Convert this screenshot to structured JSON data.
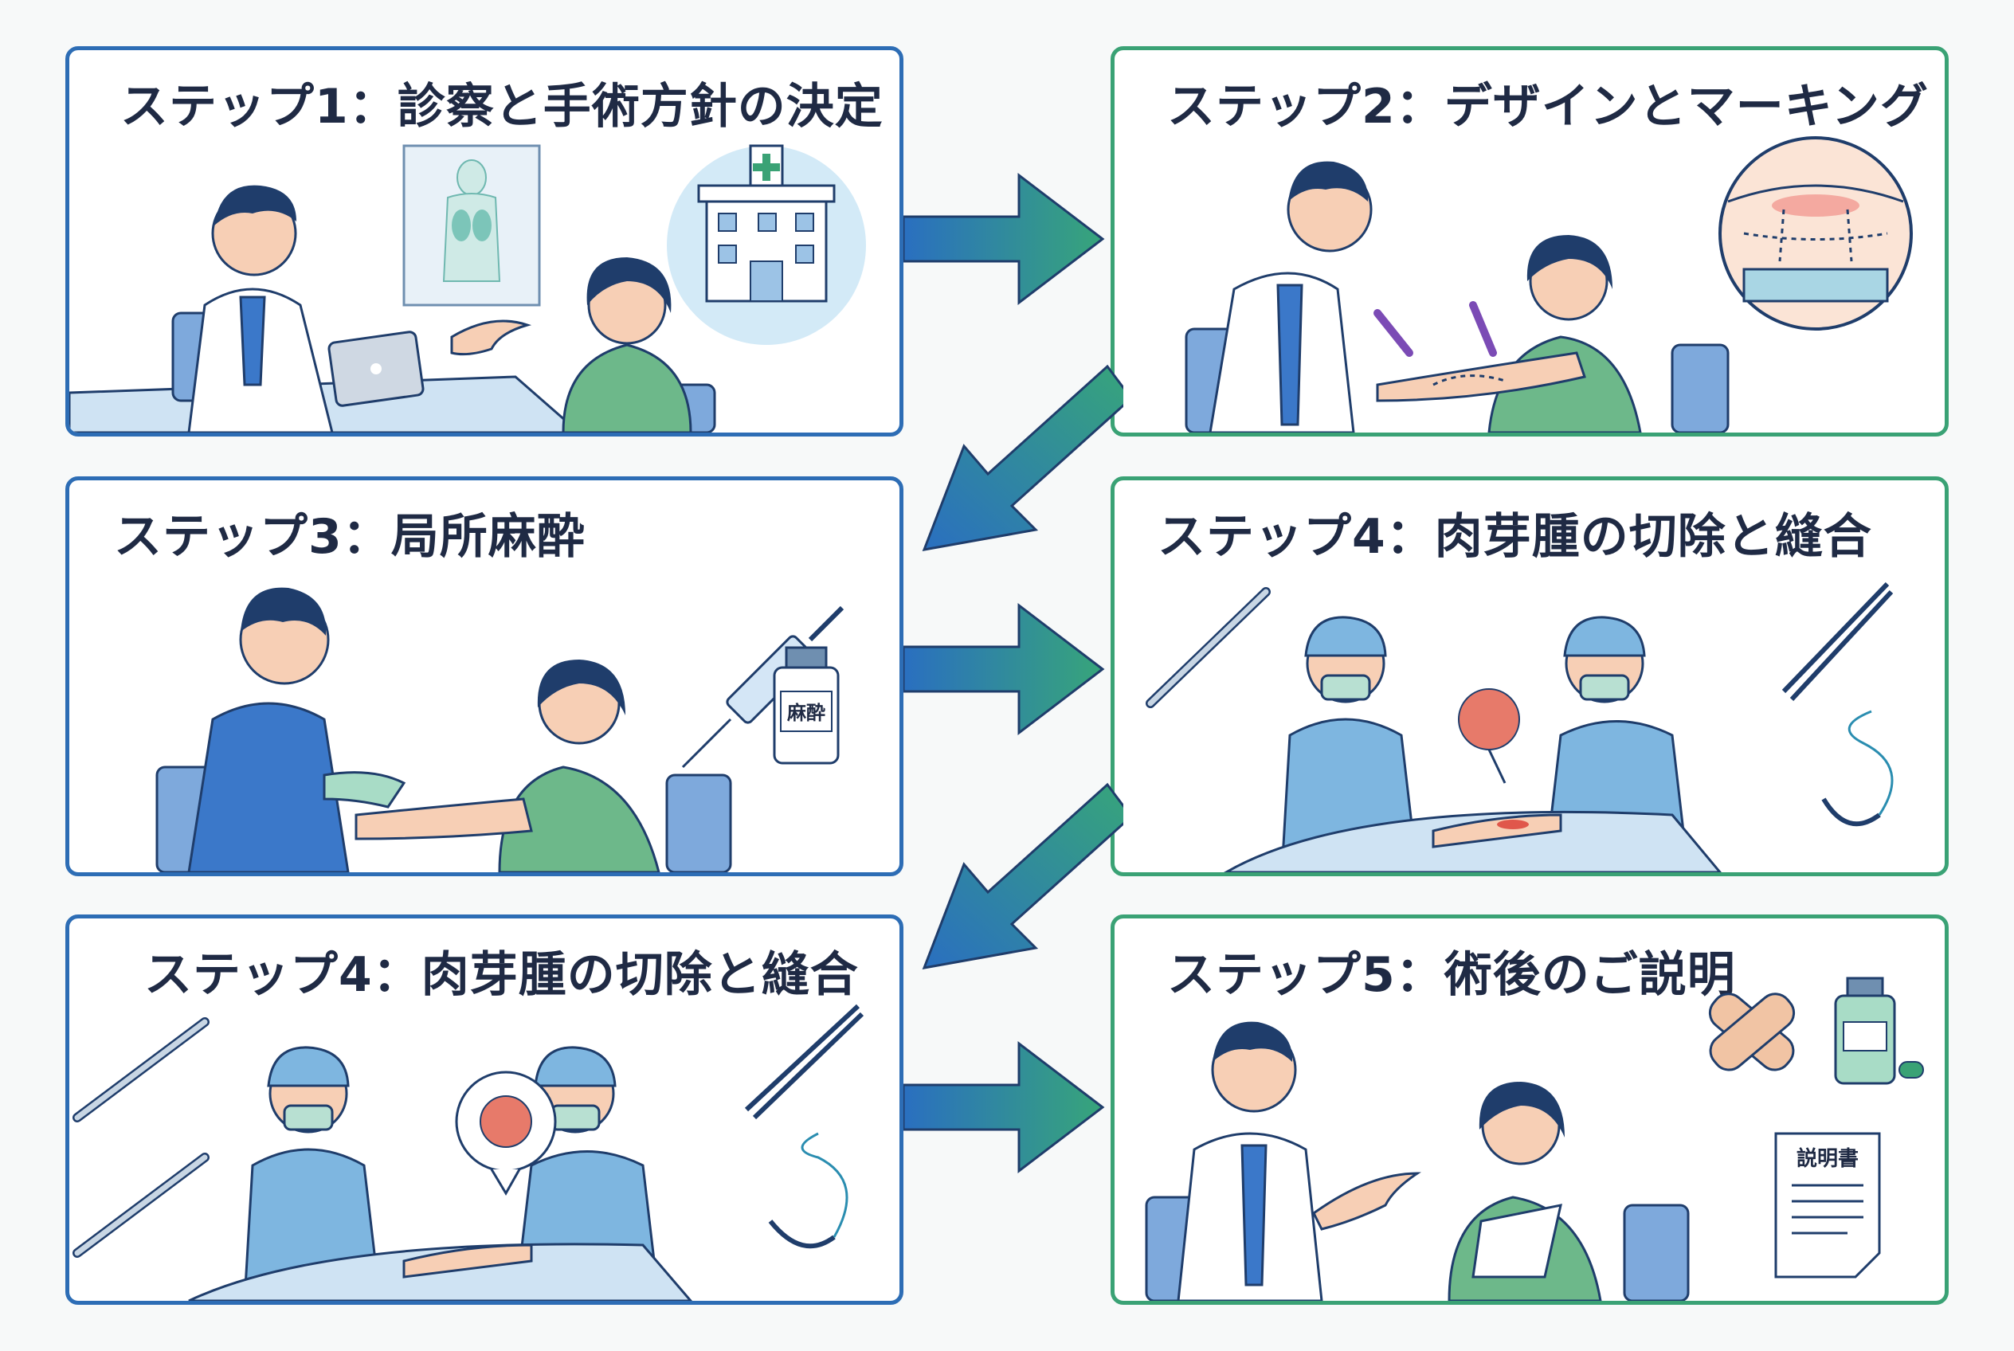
{
  "steps": [
    {
      "title": "ステップ1：診察と手術方針の決定"
    },
    {
      "title": "ステップ2：デザインとマーキング"
    },
    {
      "title": "ステップ3：局所麻酔"
    },
    {
      "title": "ステップ4：肉芽腫の切除と縫合"
    },
    {
      "title": "ステップ4：肉芽腫の切除と縫合"
    },
    {
      "title": "ステップ5：術後のご説明"
    }
  ],
  "labels": {
    "anesthesia_vial": "麻酔",
    "explanation_doc": "説明書"
  },
  "colors": {
    "blue_border": "#2d6db5",
    "green_border": "#3aa275",
    "arrow_blue": "#2a6fc0",
    "arrow_green": "#37a57a",
    "title_text": "#1f2a44"
  },
  "icons": [
    "hospital-icon",
    "anatomy-chart-icon",
    "tablet-icon",
    "skin-marking-zoom-icon",
    "syringe-icon",
    "vial-icon",
    "scalpel-icon",
    "tweezers-icon",
    "suture-needle-icon",
    "granuloma-bubble-icon",
    "bandage-icon",
    "medicine-bottle-icon",
    "document-icon"
  ]
}
